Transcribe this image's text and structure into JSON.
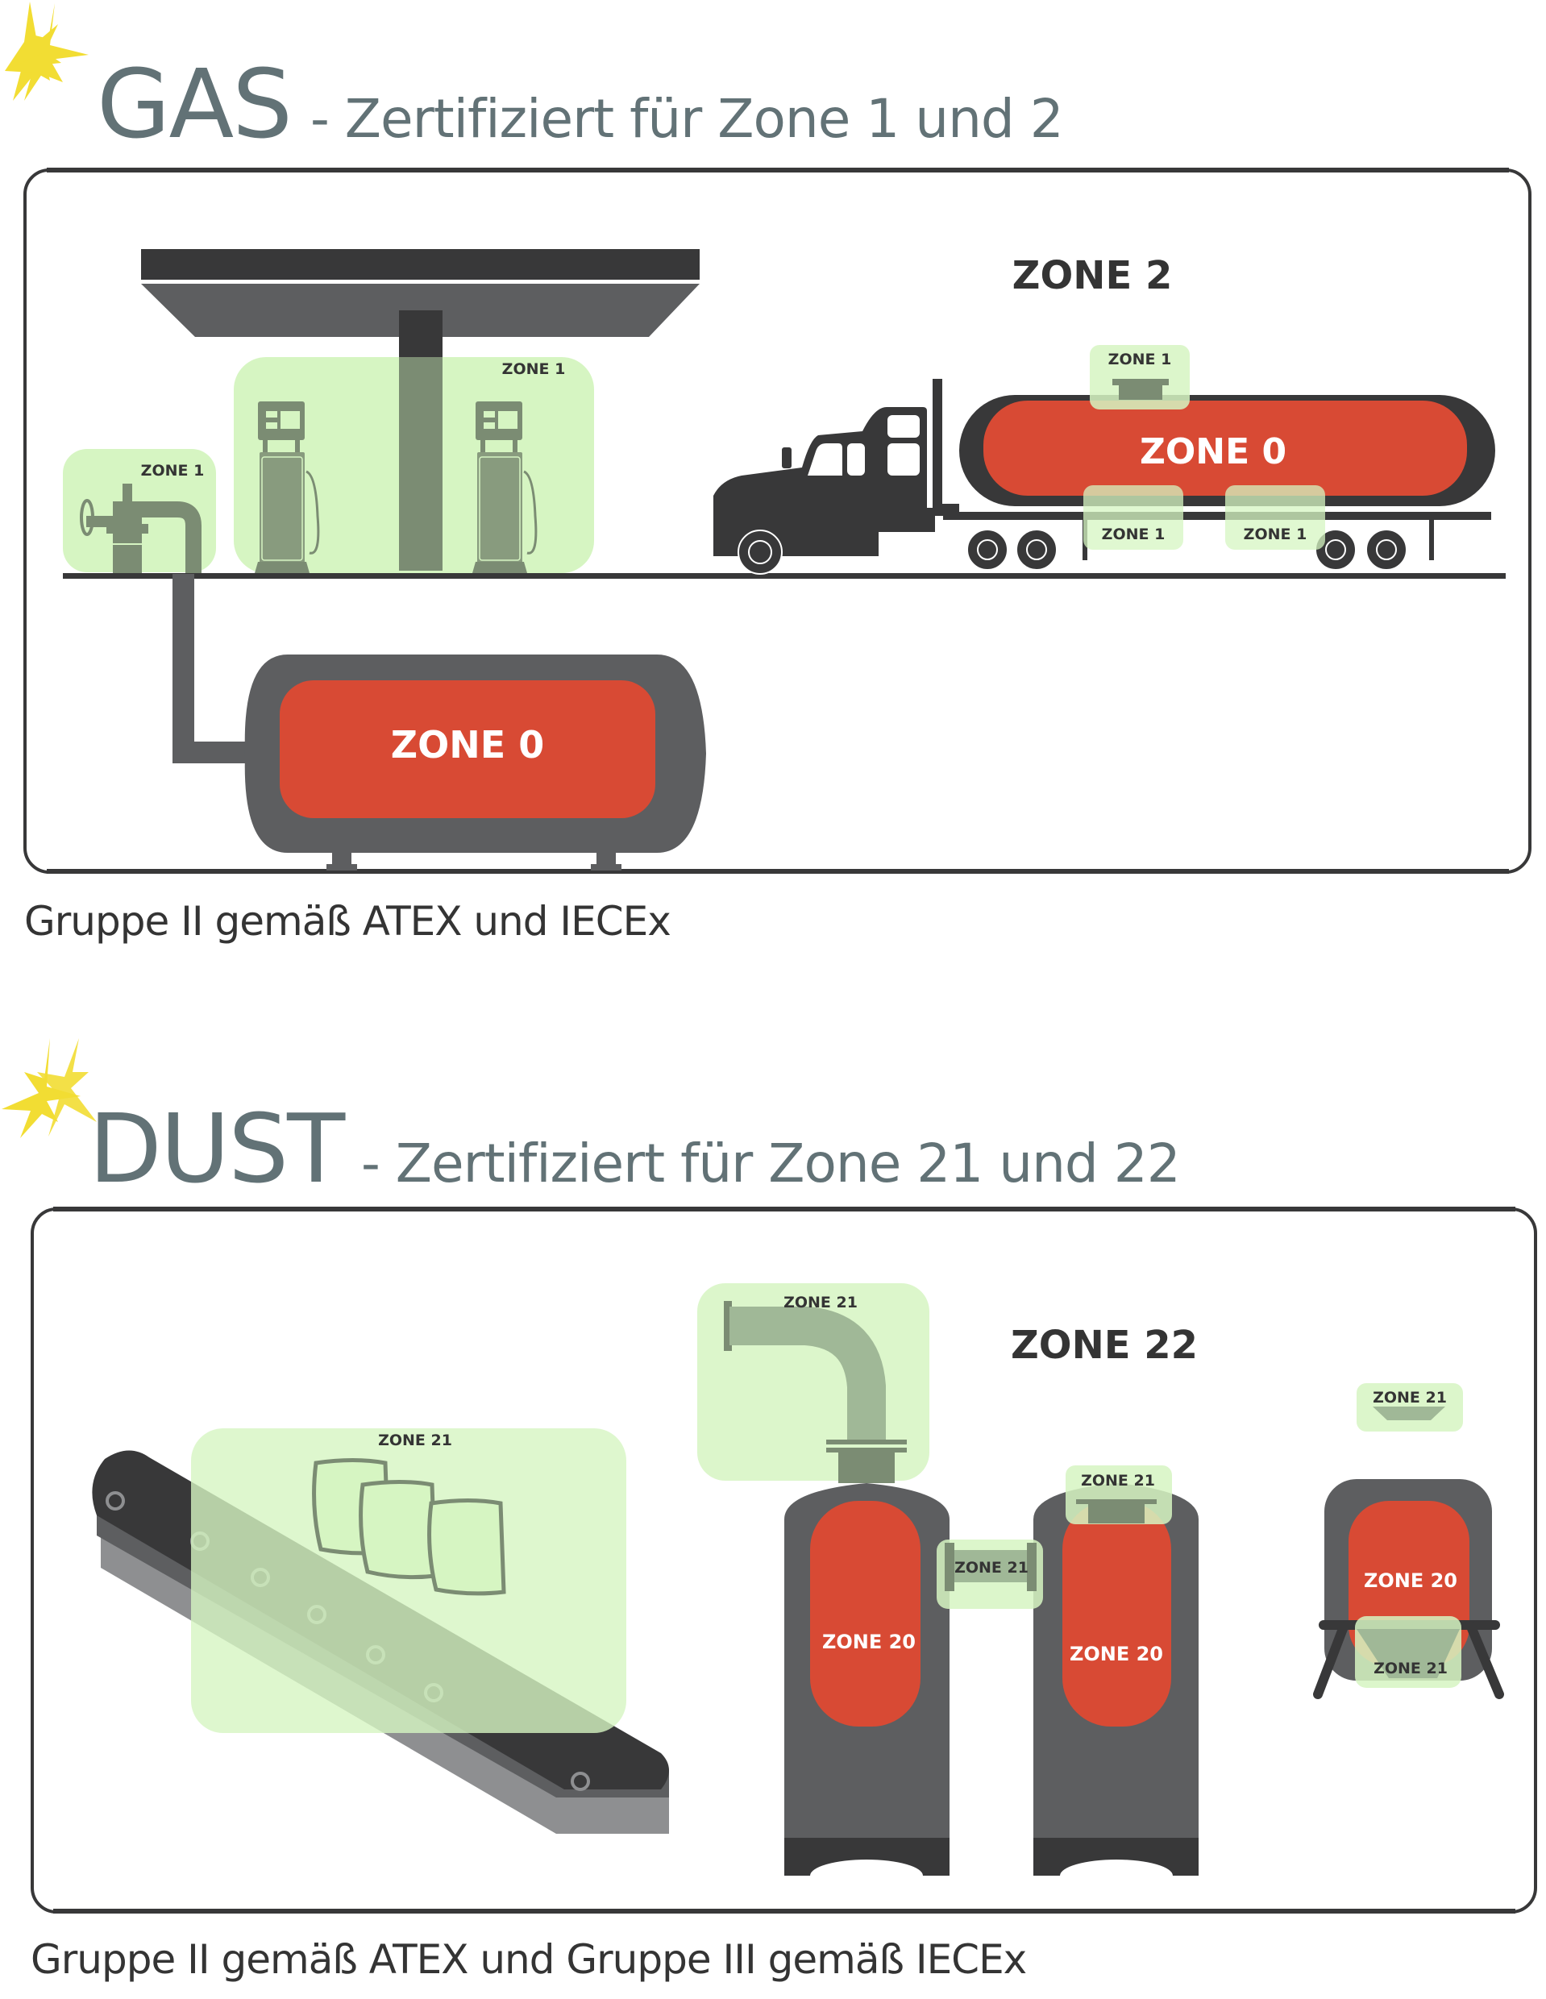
{
  "colors": {
    "title_gray": "#627276",
    "dark": "#383839",
    "mid_gray": "#5d5e60",
    "zone0_red": "#d84a34",
    "zone1_green": "#d6f5c2",
    "equipment_green": "#7b8c73",
    "star_yellow": "#f2dd33"
  },
  "gas": {
    "icon": "explosion-star-icon",
    "title": "GAS",
    "subtitle": "- Zertifiziert für Zone 1 und 2",
    "ambient_zone": "ZONE 2",
    "zones": {
      "valve": "ZONE 1",
      "pumps": "ZONE 1",
      "underground_tank": "ZONE 0",
      "tanker": "ZONE 0",
      "tanker_top": "ZONE 1",
      "tanker_bottom_left": "ZONE 1",
      "tanker_bottom_right": "ZONE 1"
    },
    "caption": "Gruppe II gemäß ATEX und IECEx"
  },
  "dust": {
    "icon": "explosion-star-icon",
    "title": "DUST",
    "subtitle": "- Zertifiziert für Zone 21 und 22",
    "ambient_zone": "ZONE 22",
    "zones": {
      "conveyor": "ZONE 21",
      "inlet_pipe": "ZONE 21",
      "connector": "ZONE 21",
      "silo2_top": "ZONE 21",
      "silo3_top": "ZONE 21",
      "silo3_bottom": "ZONE 21",
      "silo1": "ZONE 20",
      "silo2": "ZONE 20",
      "silo3": "ZONE 20"
    },
    "caption": "Gruppe II gemäß ATEX und Gruppe III gemäß IECEx"
  }
}
